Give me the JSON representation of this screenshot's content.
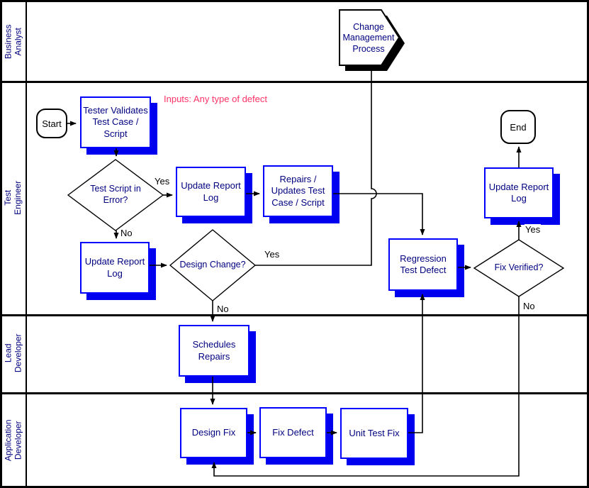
{
  "lanes": [
    {
      "label": "Business\nAnalyst"
    },
    {
      "label": "Test Engineer"
    },
    {
      "label": "Lead\nDeveloper"
    },
    {
      "label": "Application\nDeveloper"
    }
  ],
  "annotation": {
    "text": "Inputs: Any type of defect"
  },
  "nodes": {
    "change_mgmt": "Change Management Process",
    "start": "Start",
    "tester_validates": "Tester Validates Test Case / Script",
    "test_script_error": "Test Script in Error?",
    "update_log_yes": "Update Report Log",
    "repairs_updates": "Repairs / Updates Test Case / Script",
    "update_log_no": "Update Report Log",
    "design_change": "Design Change?",
    "regression_test": "Regression Test Defect",
    "fix_verified": "Fix Verified?",
    "update_log_final": "Update Report Log",
    "end": "End",
    "schedules_repairs": "Schedules Repairs",
    "design_fix": "Design Fix",
    "fix_defect": "Fix Defect",
    "unit_test_fix": "Unit Test Fix"
  },
  "edge_labels": {
    "test_script_yes": "Yes",
    "test_script_no": "No",
    "design_change_yes": "Yes",
    "design_change_no": "No",
    "fix_verified_yes": "Yes",
    "fix_verified_no": "No"
  },
  "colors": {
    "shape_border": "#0000ff",
    "shape_shadow": "#0000ee",
    "node_text": "#000080",
    "annotation_text": "#ff3366",
    "connector": "#000000",
    "lane_divider": "#000000"
  }
}
